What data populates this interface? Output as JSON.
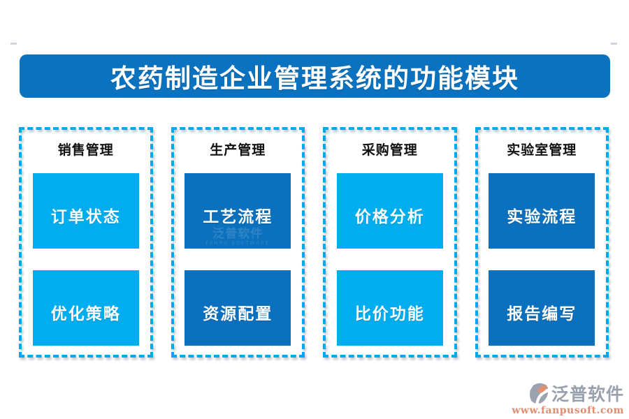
{
  "title": {
    "text": "农药制造企业管理系统的功能模块"
  },
  "colors": {
    "banner_blue": "#0b72bf",
    "dark_box_blue": "#0b70bd",
    "light_box_blue": "#00aeef",
    "dashed_border_blue": "#00a8ec",
    "box_text": "#ffffff",
    "header_text": "#101010",
    "logo_gray": "#99a1af",
    "logo_orange": "#e08c70"
  },
  "columns": [
    {
      "header": "销售管理",
      "variant": "light",
      "modules": [
        "订单状态",
        "优化策略"
      ]
    },
    {
      "header": "生产管理",
      "variant": "dark",
      "modules": [
        "工艺流程",
        "资源配置"
      ]
    },
    {
      "header": "采购管理",
      "variant": "light",
      "modules": [
        "价格分析",
        "比价功能"
      ]
    },
    {
      "header": "实验室管理",
      "variant": "dark",
      "modules": [
        "实验流程",
        "报告编写"
      ]
    }
  ],
  "watermark": {
    "name": "泛普软件",
    "subtitle": "FANPU SOFTWARE"
  },
  "footer": {
    "brand": "泛普软件",
    "url": "www.fanpusoft.com"
  }
}
